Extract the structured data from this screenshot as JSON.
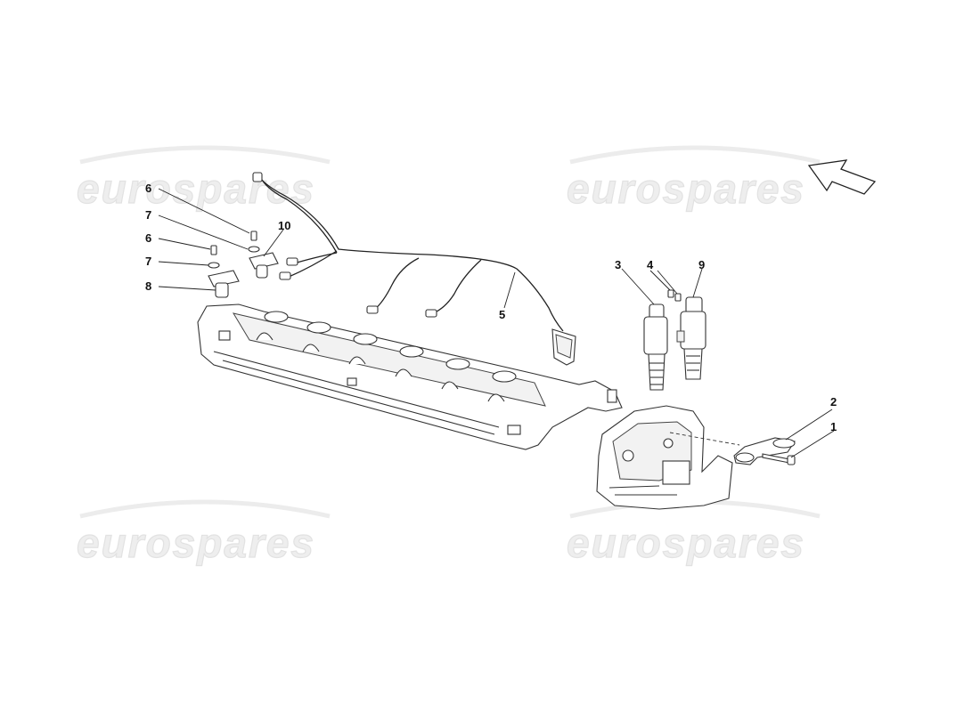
{
  "watermark": {
    "text": "eurospares",
    "copies": 4
  },
  "callouts": [
    {
      "id": "c1",
      "label": "1"
    },
    {
      "id": "c2",
      "label": "2"
    },
    {
      "id": "c3",
      "label": "3"
    },
    {
      "id": "c4",
      "label": "4"
    },
    {
      "id": "c5",
      "label": "5"
    },
    {
      "id": "c6a",
      "label": "6"
    },
    {
      "id": "c6b",
      "label": "6"
    },
    {
      "id": "c7a",
      "label": "7"
    },
    {
      "id": "c7b",
      "label": "7"
    },
    {
      "id": "c8",
      "label": "8"
    },
    {
      "id": "c9",
      "label": "9"
    },
    {
      "id": "c10",
      "label": "10"
    }
  ],
  "direction_arrow": {
    "icon": "direction-arrow-icon"
  }
}
